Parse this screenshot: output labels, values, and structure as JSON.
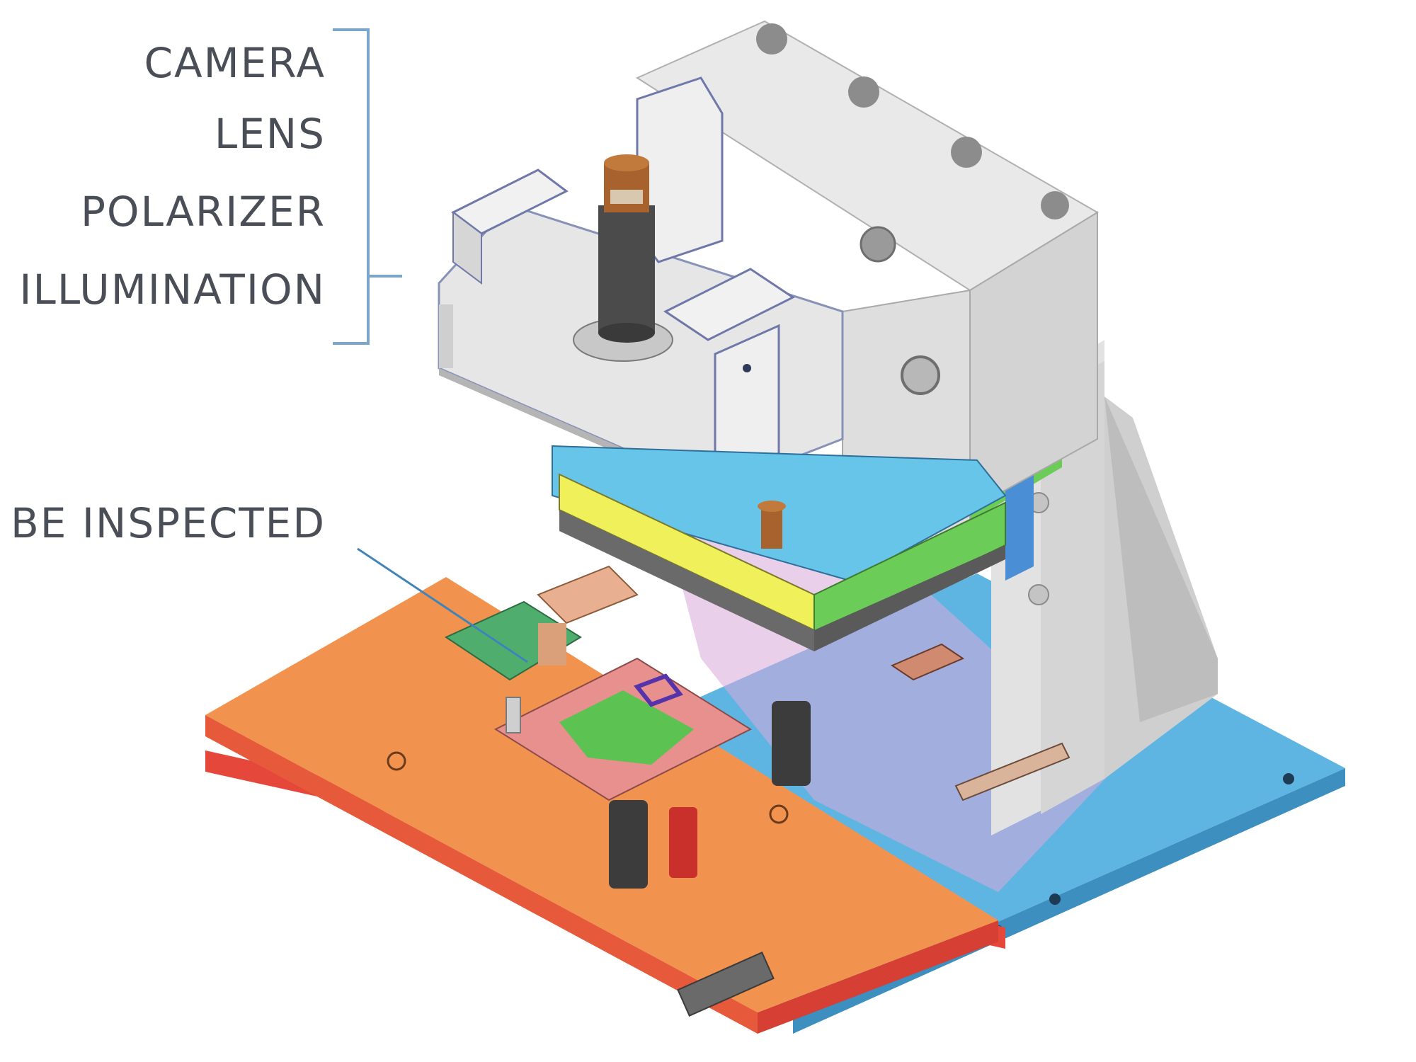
{
  "labels": {
    "camera": "CAMERA",
    "lens": "LENS",
    "polarizer": "POLARIZER",
    "illumination": "ILLUMINATION",
    "part": "BE INSPECTED"
  },
  "colors": {
    "bracket": "#7aa6cc",
    "text": "#4a4f57",
    "fixture_plate": "#f2924f",
    "fixture_edge": "#e5473a",
    "base_plate": "#5fb5e2",
    "gray_body": "#dcdcdc",
    "green_part": "#6bcd58",
    "yellow_part": "#eff05a",
    "cyan_part": "#67c5ea",
    "pcb_green": "#4fae6e",
    "pink_part": "#e8908e"
  }
}
